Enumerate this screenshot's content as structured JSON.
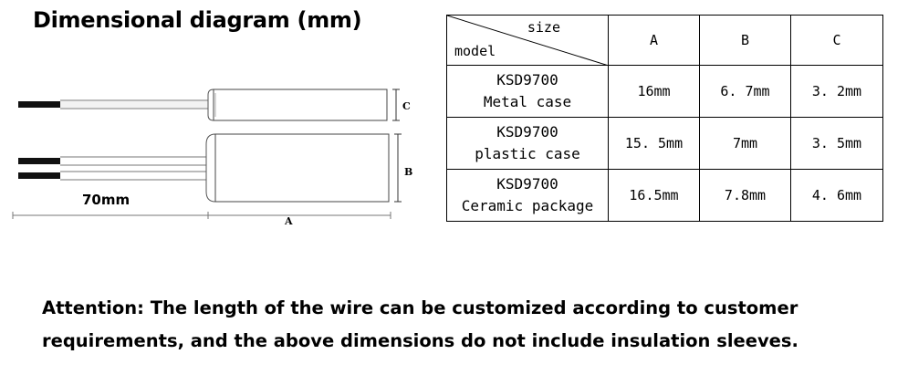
{
  "title": "Dimensional diagram (mm)",
  "diagram": {
    "label_c": "C",
    "label_b": "B",
    "label_a": "A",
    "label_wire": "70mm"
  },
  "table": {
    "corner_top": "size",
    "corner_bottom": "model",
    "columns": [
      "A",
      "B",
      "C"
    ],
    "rows": [
      {
        "model_line1": "KSD9700",
        "model_line2": "Metal case",
        "a": "16mm",
        "b": "6. 7mm",
        "c": "3. 2mm"
      },
      {
        "model_line1": "KSD9700",
        "model_line2": "plastic case",
        "a": "15. 5mm",
        "b": "7mm",
        "c": "3. 5mm"
      },
      {
        "model_line1": "KSD9700",
        "model_line2": "Ceramic package",
        "a": "16.5mm",
        "b": "7.8mm",
        "c": "4. 6mm"
      }
    ]
  },
  "attention": "Attention: The length of the wire can be customized according to customer requirements, and the above dimensions do not include insulation sleeves."
}
